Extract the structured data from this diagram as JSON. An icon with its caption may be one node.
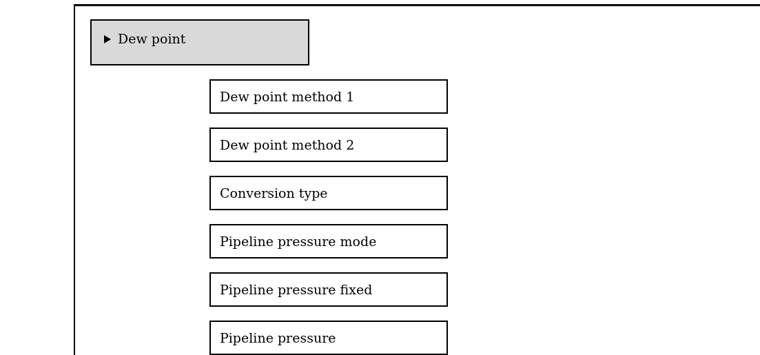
{
  "diagram": {
    "nodes": [
      {
        "text": [
          "Dew point"
        ]
      },
      {
        "text": [
          "Dew point method 1"
        ]
      },
      {
        "text": [
          "Dew point method 2"
        ]
      },
      {
        "text": [
          "Conversion type"
        ]
      },
      {
        "text": [
          "Pipeline pressure mode"
        ]
      },
      {
        "text": [
          "Pipeline pressure fixed"
        ]
      },
      {
        "text": [
          "Pipeline pressure"
        ]
      }
    ]
  }
}
